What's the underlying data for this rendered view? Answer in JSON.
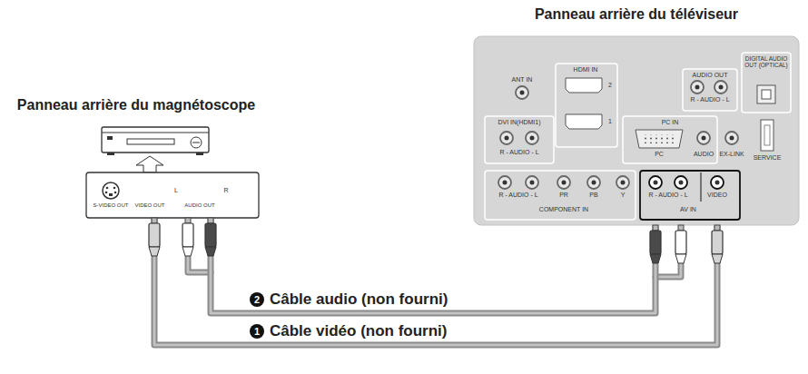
{
  "diagram": {
    "nodes": [
      {
        "text": [
          "Panneau arrière du téléviseur"
        ]
      },
      {
        "text": [
          "Panneau arrière du magnétoscope"
        ]
      }
    ],
    "edges": [
      {
        "from": 1,
        "to": 0,
        "arrow": "none",
        "label": "Câble audio (non fourni)"
      },
      {
        "from": 1,
        "to": 0,
        "arrow": "none",
        "label": "Câble vidéo (non fourni)"
      }
    ],
    "labels": [
      "ANT IN",
      "HDMI IN",
      "2",
      "1",
      "AUDIO OUT",
      "R - AUDIO - L",
      "DIGITAL AUDIO OUT (OPTICAL)",
      "DVI IN(HDMI1)",
      "PC IN",
      "R - AUDIO - L",
      "PC",
      "AUDIO",
      "EX-LINK",
      "SERVICE",
      "R - AUDIO - L",
      "PR",
      "PB",
      "Y",
      "COMPONENT IN",
      "R - AUDIO - L",
      "VIDEO",
      "AV IN",
      "S-VIDEO OUT",
      "VIDEO OUT",
      "L",
      "AUDIO OUT",
      "R",
      "2",
      "1"
    ]
  }
}
